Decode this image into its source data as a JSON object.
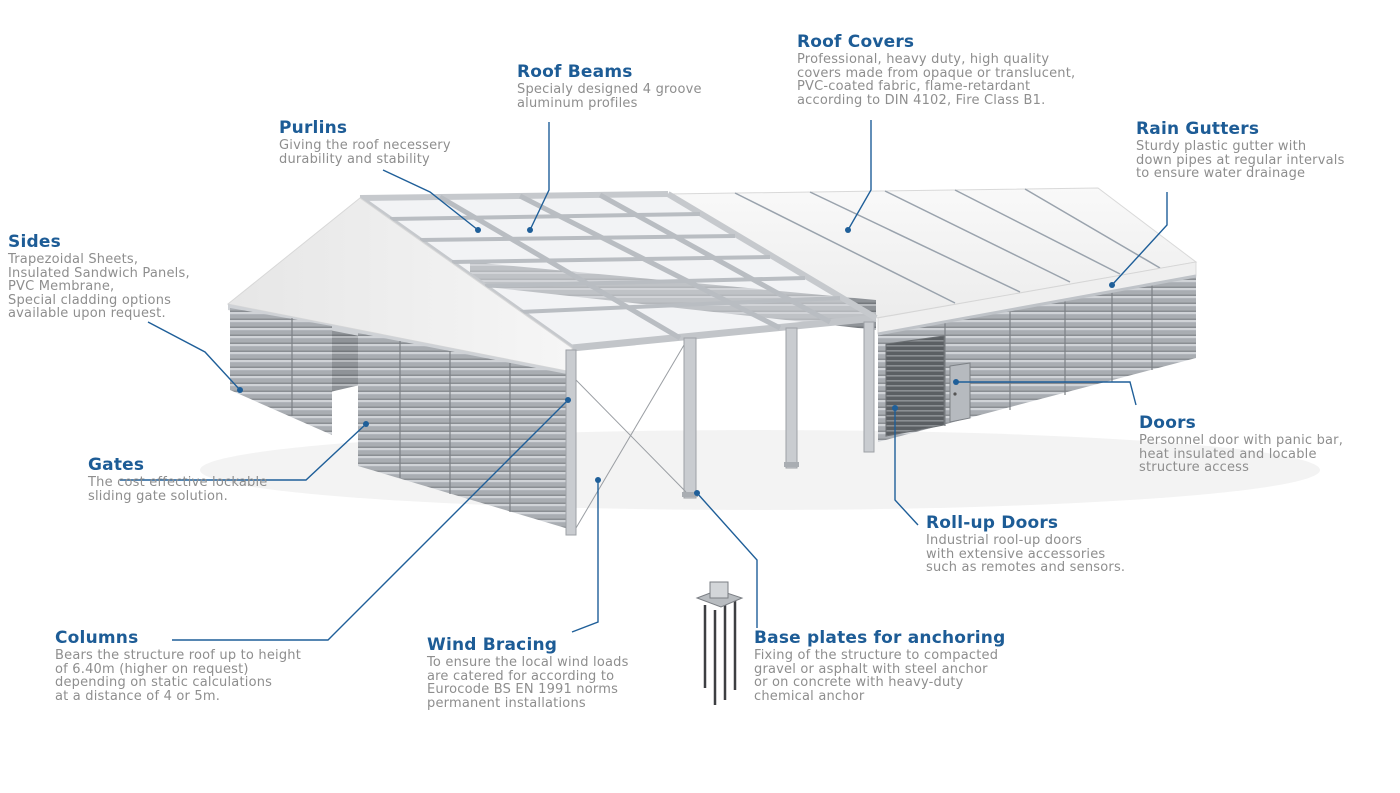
{
  "colors": {
    "title": "#1d5c96",
    "body_text": "#8e8e8e",
    "leader_line": "#1f5f99",
    "cladding": "#a8acb1",
    "roof_fabric": "#f4f4f4",
    "frame": "#c3c6ca"
  },
  "callouts": [
    {
      "id": "roof-covers",
      "title": "Roof Covers",
      "text": "Professional, heavy duty, high quality\ncovers made from opaque or translucent,\nPVC-coated fabric, flame-retardant\naccording to DIN 4102, Fire Class B1."
    },
    {
      "id": "roof-beams",
      "title": "Roof Beams",
      "text": "Specialy designed 4 groove\naluminum profiles"
    },
    {
      "id": "purlins",
      "title": "Purlins",
      "text": "Giving the roof necessery\ndurability and stability"
    },
    {
      "id": "rain-gutters",
      "title": "Rain Gutters",
      "text": "Sturdy plastic gutter with\ndown pipes at regular intervals\nto ensure water drainage"
    },
    {
      "id": "sides",
      "title": "Sides",
      "text": "Trapezoidal Sheets,\nInsulated Sandwich Panels,\nPVC Membrane,\nSpecial cladding options\navailable upon request."
    },
    {
      "id": "gates",
      "title": "Gates",
      "text": "The cost effective lockable\nsliding gate solution."
    },
    {
      "id": "doors",
      "title": "Doors",
      "text": "Personnel door with panic bar,\nheat insulated and locable\nstructure access"
    },
    {
      "id": "rollup-doors",
      "title": "Roll-up Doors",
      "text": "Industrial rool-up doors\nwith extensive accessories\nsuch as remotes and sensors."
    },
    {
      "id": "columns",
      "title": "Columns",
      "text": "Bears the structure roof up to height\nof 6.40m (higher on request)\ndepending on static calculations\nat a distance of 4 or 5m."
    },
    {
      "id": "wind-bracing",
      "title": "Wind Bracing",
      "text": "To ensure the local wind loads\nare catered for according to\nEurocode BS EN 1991 norms\npermanent installations"
    },
    {
      "id": "base-plates",
      "title": "Base plates for anchoring",
      "text": "Fixing of the structure to compacted\ngravel or asphalt with steel anchor\nor on concrete with heavy-duty\nchemical anchor"
    }
  ]
}
